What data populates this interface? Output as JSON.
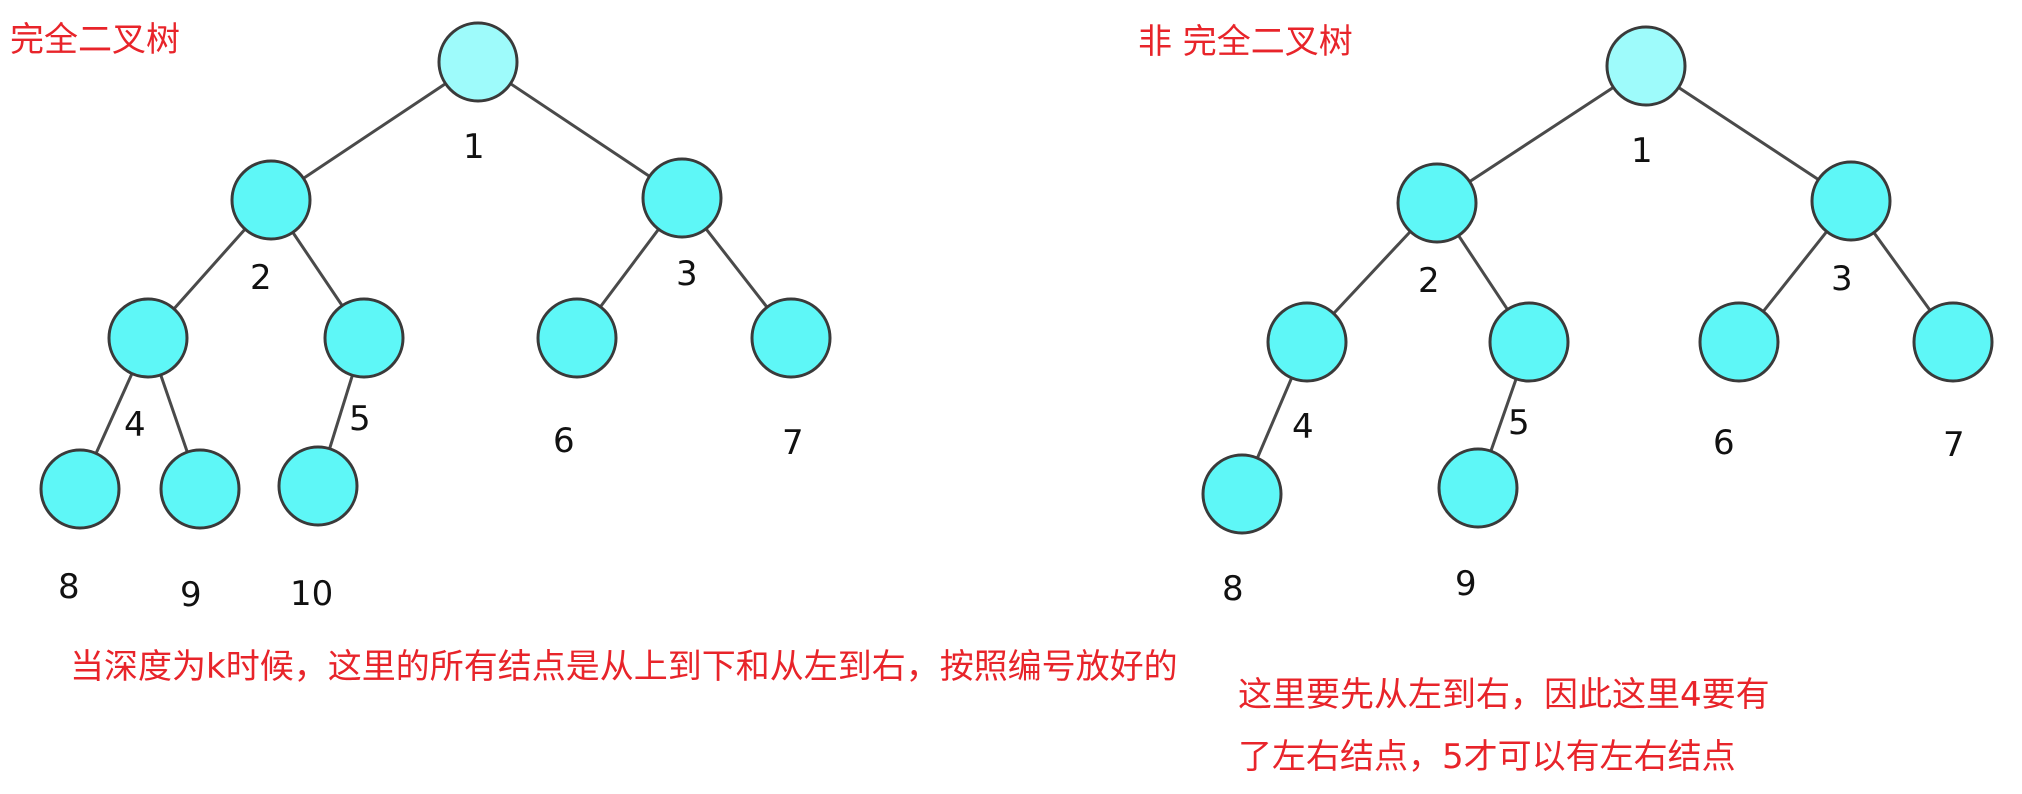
{
  "left": {
    "title": "完全二叉树",
    "nodes": [
      {
        "id": "1",
        "label": "1"
      },
      {
        "id": "2",
        "label": "2"
      },
      {
        "id": "3",
        "label": "3"
      },
      {
        "id": "4",
        "label": "4"
      },
      {
        "id": "5",
        "label": "5"
      },
      {
        "id": "6",
        "label": "6"
      },
      {
        "id": "7",
        "label": "7"
      },
      {
        "id": "8",
        "label": "8"
      },
      {
        "id": "9",
        "label": "9"
      },
      {
        "id": "10",
        "label": "10"
      }
    ],
    "edges": [
      [
        "1",
        "2"
      ],
      [
        "1",
        "3"
      ],
      [
        "2",
        "4"
      ],
      [
        "2",
        "5"
      ],
      [
        "3",
        "6"
      ],
      [
        "3",
        "7"
      ],
      [
        "4",
        "8"
      ],
      [
        "4",
        "9"
      ],
      [
        "5",
        "10"
      ]
    ],
    "note": "当深度为k时候，这里的所有结点是从上到下和从左到右，按照编号放好的"
  },
  "right": {
    "title": "非 完全二叉树",
    "nodes": [
      {
        "id": "1",
        "label": "1"
      },
      {
        "id": "2",
        "label": "2"
      },
      {
        "id": "3",
        "label": "3"
      },
      {
        "id": "4",
        "label": "4"
      },
      {
        "id": "5",
        "label": "5"
      },
      {
        "id": "6",
        "label": "6"
      },
      {
        "id": "7",
        "label": "7"
      },
      {
        "id": "8",
        "label": "8"
      },
      {
        "id": "9",
        "label": "9",
        "highlight": "#e8242a"
      }
    ],
    "edges": [
      [
        "1",
        "2"
      ],
      [
        "1",
        "3"
      ],
      [
        "2",
        "4"
      ],
      [
        "2",
        "5"
      ],
      [
        "3",
        "6"
      ],
      [
        "3",
        "7"
      ],
      [
        "4",
        "8"
      ],
      [
        "5",
        "9"
      ]
    ],
    "note_lines": [
      "这里要先从左到右，因此这里4要有",
      "了左右结点，5才可以有左右结点"
    ]
  },
  "colors": {
    "node_fill": "#5ef7f7",
    "root_fill": "#9efbfb",
    "text_red": "#e8242a"
  }
}
